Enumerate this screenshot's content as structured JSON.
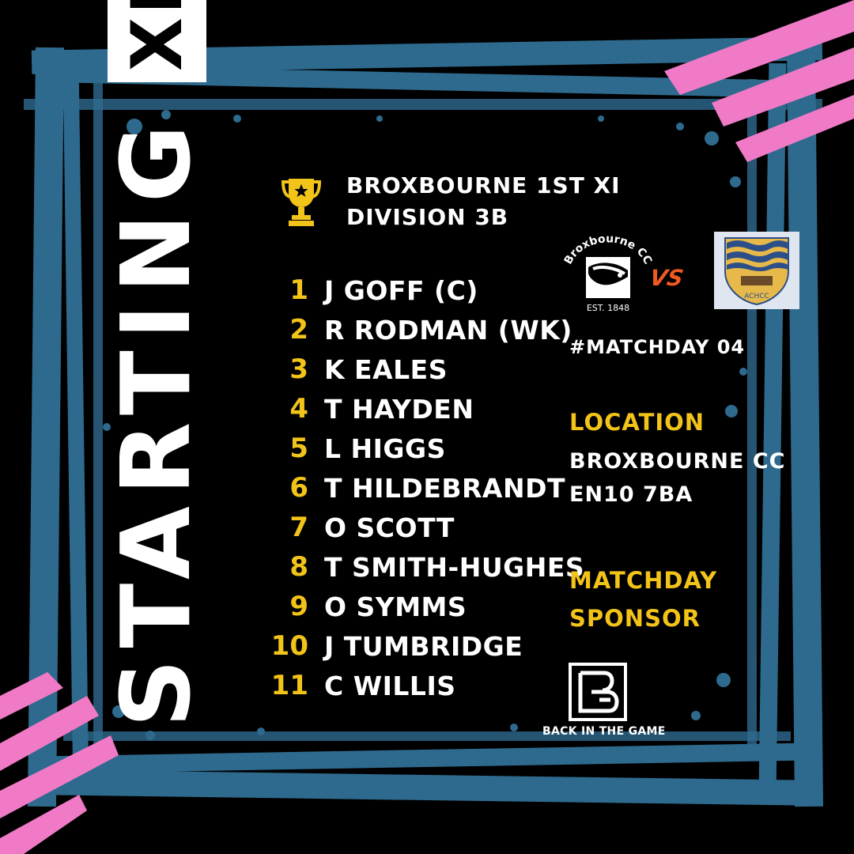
{
  "team": {
    "line1": "BROXBOURNE 1ST XI",
    "line2": "DIVISION 3B"
  },
  "title": {
    "main": "STARTING",
    "box": "XI"
  },
  "players": [
    {
      "num": "1",
      "name": "J GOFF (C)"
    },
    {
      "num": "2",
      "name": "R RODMAN (WK)"
    },
    {
      "num": "3",
      "name": "K EALES"
    },
    {
      "num": "4",
      "name": "T HAYDEN"
    },
    {
      "num": "5",
      "name": "L HIGGS"
    },
    {
      "num": "6",
      "name": "T HILDEBRANDT"
    },
    {
      "num": "7",
      "name": "O SCOTT"
    },
    {
      "num": "8",
      "name": "T SMITH-HUGHES"
    },
    {
      "num": "9",
      "name": "O SYMMS"
    },
    {
      "num": "10",
      "name": "J TUMBRIDGE"
    },
    {
      "num": "11",
      "name": "C WILLIS"
    }
  ],
  "home_logo": {
    "arc_text": "Broxbourne CC",
    "est": "EST. 1848"
  },
  "vs": "VS",
  "away_logo": {
    "text": "ACHCC"
  },
  "matchday": "#MATCHDAY 04",
  "location": {
    "label": "LOCATION",
    "line1": "BROXBOURNE CC",
    "line2": "EN10 7BA"
  },
  "sponsor": {
    "label1": "MATCHDAY",
    "label2": "SPONSOR",
    "name": "BACK IN THE GAME"
  },
  "colors": {
    "accent_yellow": "#f2c318",
    "frame_blue": "#2e6a8e",
    "pink": "#f07ac6",
    "background": "#000000"
  }
}
